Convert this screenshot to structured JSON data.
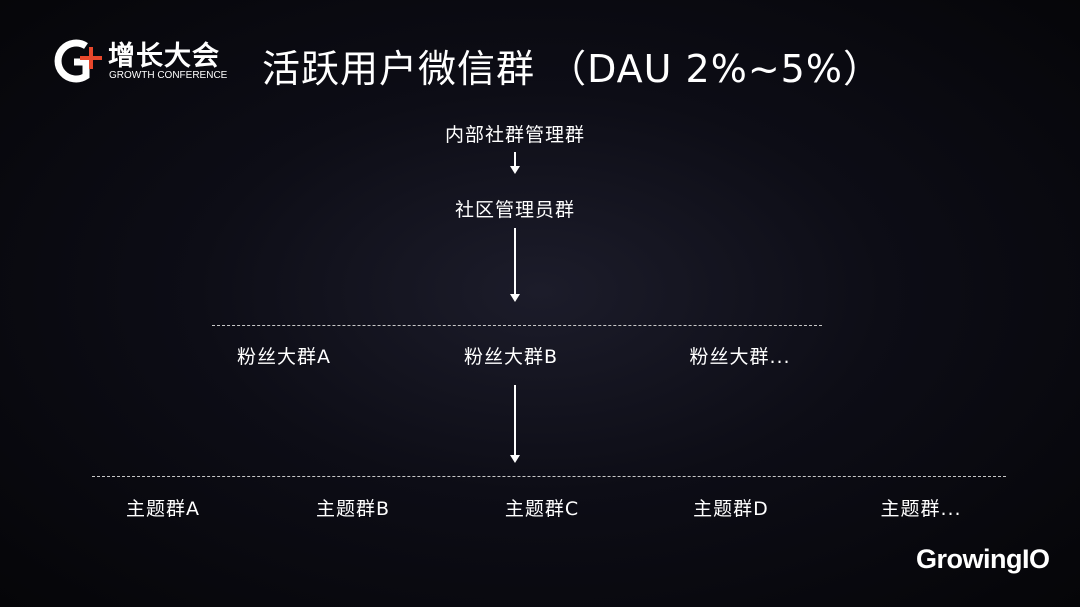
{
  "header": {
    "logo_cn": "增长大会",
    "logo_en": "GROWTH CONFERENCE",
    "title": "活跃用户微信群 （DAU 2%~5%）"
  },
  "diagram": {
    "level1": "内部社群管理群",
    "level2": "社区管理员群",
    "fan_groups": [
      "粉丝大群A",
      "粉丝大群B",
      "粉丝大群..."
    ],
    "topic_groups": [
      "主题群A",
      "主题群B",
      "主题群C",
      "主题群D",
      "主题群..."
    ]
  },
  "footer": {
    "brand": "GrowingIO"
  },
  "colors": {
    "logo_accent": "#e8472b",
    "text": "#ffffff",
    "dash": "#c8c8c8"
  }
}
